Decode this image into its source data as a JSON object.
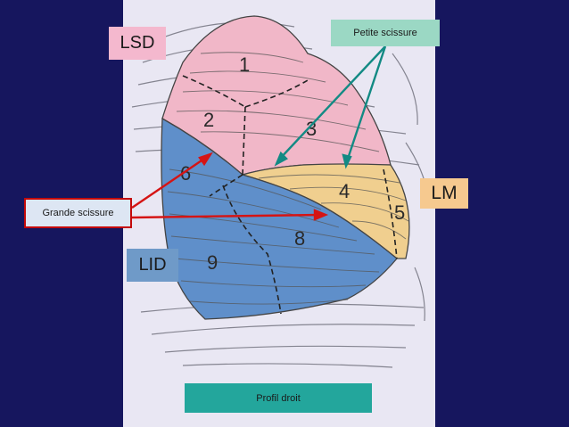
{
  "labels": {
    "lsd": "LSD",
    "lm": "LM",
    "lid": "LID",
    "petite_scissure": "Petite scissure",
    "grande_scissure": "Grande scissure",
    "profil": "Profil droit"
  },
  "segments": [
    "1",
    "2",
    "3",
    "4",
    "5",
    "6",
    "8",
    "9"
  ],
  "colors": {
    "background": "#16165e",
    "upper_lobe": "#f1b7c8",
    "middle_lobe": "#f0cf8f",
    "lower_lobe": "#5f8fca",
    "arrow_petite": "#138a84",
    "arrow_grande": "#d51414"
  }
}
